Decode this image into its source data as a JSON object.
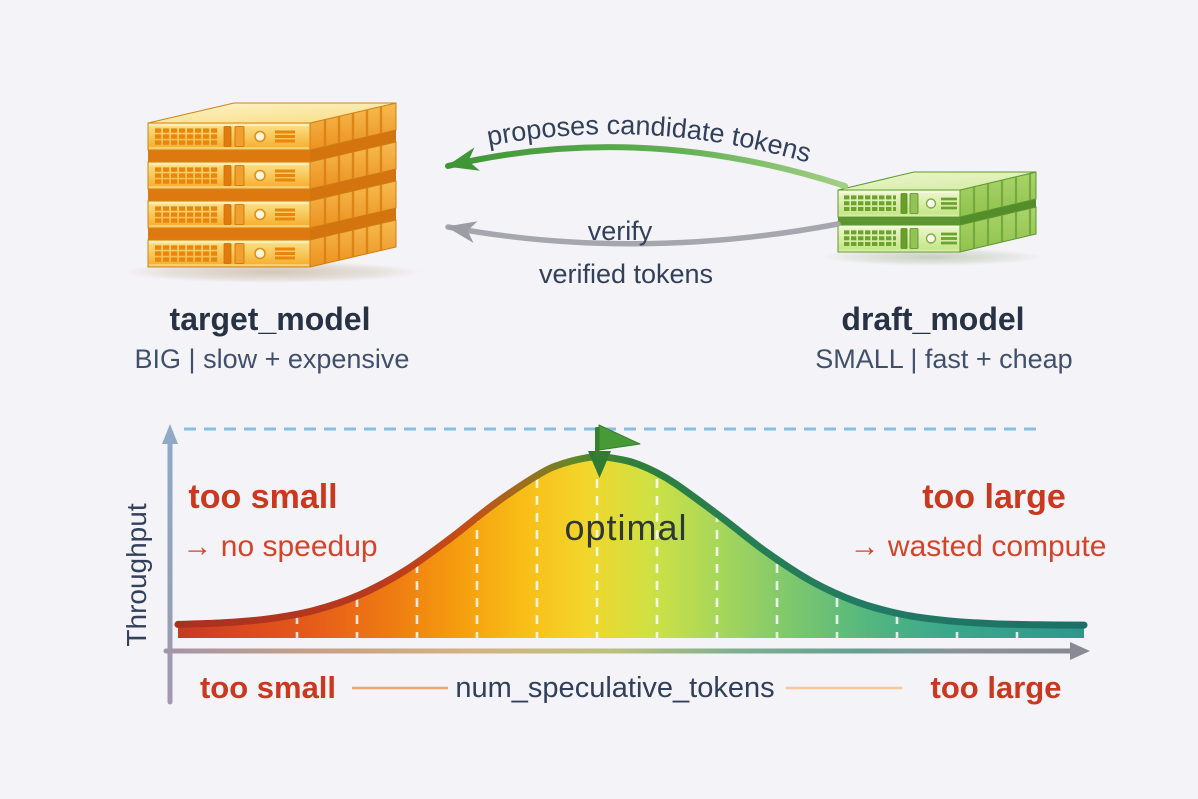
{
  "palette": {
    "background": "#f4f3f7",
    "navy_text": "#2e3a4e",
    "red_annotation": "#c9381f",
    "green_arrow": "#3f9636",
    "gray_arrow": "#a2a2aa",
    "max_dashed_line": "#6fb0dc",
    "flag_green": "#3a8a33",
    "target_server_orange": "#f5ab26",
    "draft_server_green": "#c2e380",
    "curve_left_red": "#c53a24",
    "curve_mid_yellow": "#f2d62b",
    "curve_right_teal": "#2c988c"
  },
  "target_model": {
    "name": "target_model",
    "tagline": "BIG | slow + expensive"
  },
  "draft_model": {
    "name": "draft_model",
    "tagline": "SMALL | fast + cheap"
  },
  "flow": {
    "proposes": "proposes candidate tokens",
    "verify": "verify",
    "verified": "verified tokens"
  },
  "plot": {
    "y_label": "Throughput",
    "x_label": "num_speculative_tokens",
    "x_left": "too small",
    "x_right": "too large",
    "left_title": "too small",
    "left_note": "→ no speedup",
    "right_title": "too large",
    "right_note": "→ wasted compute",
    "peak_label": "optimal"
  },
  "chart_data": {
    "type": "area",
    "title": "",
    "xlabel": "num_speculative_tokens",
    "ylabel": "Throughput",
    "x_axis_qualitative": [
      "too small",
      "optimal",
      "too large"
    ],
    "annotations": [
      "too small → no speedup",
      "optimal (peak marked with flag)",
      "too large → wasted compute",
      "horizontal dashed line marks maximum throughput"
    ],
    "grid": "white dashed vertical separators inside area",
    "legend": "none",
    "points_normalized": [
      [
        0,
        0.075
      ],
      [
        0.05,
        0.084
      ],
      [
        0.1,
        0.106
      ],
      [
        0.15,
        0.152
      ],
      [
        0.2,
        0.237
      ],
      [
        0.25,
        0.37
      ],
      [
        0.3,
        0.548
      ],
      [
        0.35,
        0.743
      ],
      [
        0.4,
        0.909
      ],
      [
        0.425,
        0.964
      ],
      [
        0.45,
        0.995
      ],
      [
        0.465,
        1.0
      ],
      [
        0.475,
        0.998
      ],
      [
        0.5,
        0.973
      ],
      [
        0.525,
        0.922
      ],
      [
        0.55,
        0.849
      ],
      [
        0.6,
        0.666
      ],
      [
        0.65,
        0.473
      ],
      [
        0.7,
        0.311
      ],
      [
        0.75,
        0.198
      ],
      [
        0.8,
        0.13
      ],
      [
        0.85,
        0.095
      ],
      [
        0.9,
        0.079
      ],
      [
        0.95,
        0.073
      ],
      [
        1,
        0.071
      ]
    ]
  }
}
